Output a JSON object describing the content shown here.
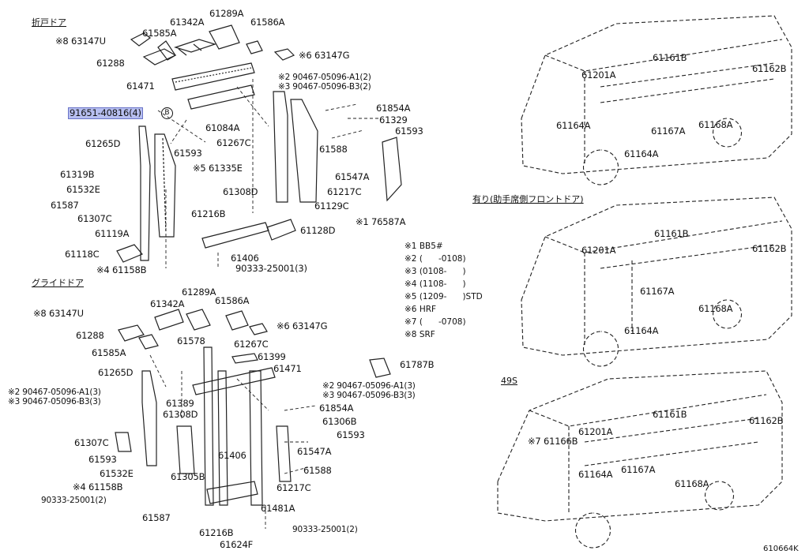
{
  "sections": {
    "swing_door": "折戸ドア",
    "glide_door": "グライドドア",
    "with_passenger_front_door": "有り(助手席側フロントドア)",
    "model_49s": "49S"
  },
  "highlighted_part": "91651-40816(4)",
  "marker_b": "B",
  "corner_code": "610664K",
  "notes": [
    "※1 BB5#",
    "※2 (      -0108)",
    "※3 (0108-      )",
    "※4 (1108-      )",
    "※5 (1209-      )STD",
    "※6 HRF",
    "※7 (      -0708)",
    "※8 SRF"
  ],
  "top_labels": [
    "61289A",
    "61342A",
    "61586A",
    "※8 63147U",
    "61585A",
    "※6 63147G",
    "61288",
    "61471",
    "※2 90467-05096-A1(2)",
    "※3 90467-05096-B3(2)",
    "61854A",
    "61329",
    "61084A",
    "61593",
    "61265D",
    "61267C",
    "61588",
    "61593",
    "※5 61335E",
    "61319B",
    "61547A",
    "61532E",
    "61308D",
    "61217C",
    "61587",
    "61129C",
    "※1 76587A",
    "61307C",
    "61216B",
    "61119A",
    "61128D",
    "61118C",
    "61406",
    "※4 61158B",
    "90333-25001(3)"
  ],
  "bottom_labels": [
    "61289A",
    "※8 63147U",
    "61342A",
    "61586A",
    "61288",
    "※6 63147G",
    "61585A",
    "61578",
    "61267C",
    "61399",
    "61265D",
    "61471",
    "61787B",
    "61389",
    "※2 90467-05096-A1(3)",
    "※3 90467-05096-B3(3)",
    "※2 90467-05096-A1(3)",
    "※3 90467-05096-B3(3)",
    "61308D",
    "61854A",
    "61306B",
    "61307C",
    "61593",
    "61593",
    "61406",
    "61547A",
    "61532E",
    "61305B",
    "61588",
    "※4 61158B",
    "61217C",
    "90333-25001(2)",
    "61481A",
    "61587",
    "61216B",
    "90333-25001(2)",
    "61624F"
  ],
  "van1_labels": [
    "61161B",
    "61201A",
    "61162B",
    "61164A",
    "61167A",
    "61168A",
    "61164A"
  ],
  "van2_labels": [
    "61161B",
    "61201A",
    "61162B",
    "61167A",
    "61168A",
    "61164A"
  ],
  "van3_labels": [
    "61161B",
    "※7 61166B",
    "61201A",
    "61162B",
    "61164A",
    "61167A",
    "61168A"
  ]
}
